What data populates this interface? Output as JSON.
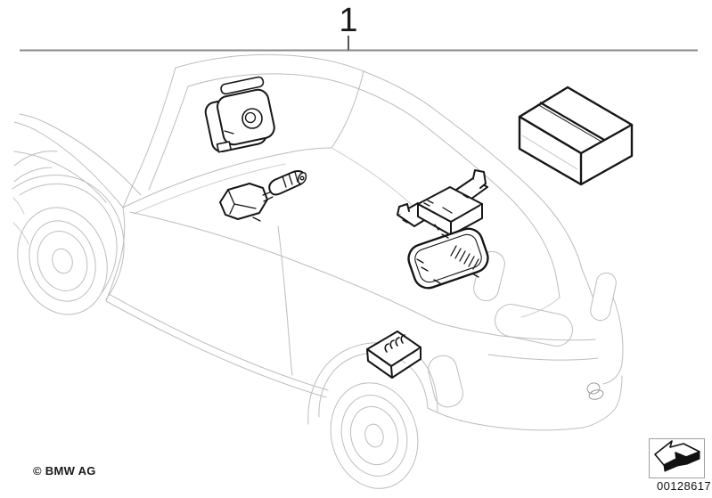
{
  "callout": {
    "label": "1"
  },
  "footer": {
    "copyright": "© BMW AG",
    "part_number": "00128617"
  },
  "colors": {
    "background": "#ffffff",
    "divider_line": "#8a8a8a",
    "car_line": "#bdbdbd",
    "component_line": "#161616",
    "text": "#1a1a1a"
  },
  "drawing": {
    "components": [
      "alarm-siren",
      "remote-transmitter-with-connector",
      "control-unit-with-bracket",
      "ultrasonic-interior-sensor",
      "relay-module",
      "parts-box"
    ]
  },
  "icons": [
    {
      "name": "retrofit-arrow-icon"
    }
  ]
}
